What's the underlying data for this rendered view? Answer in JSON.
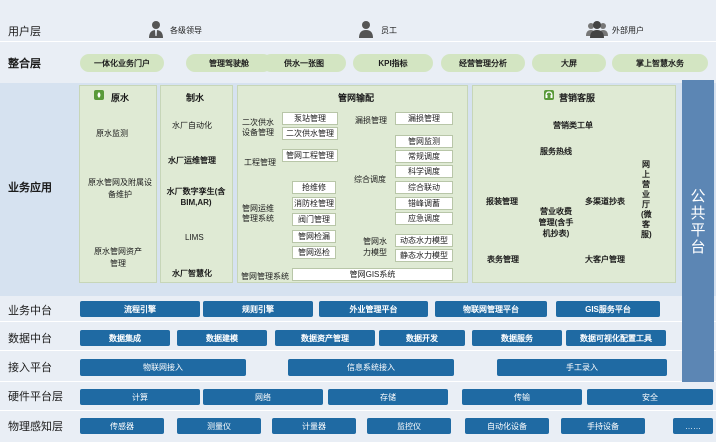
{
  "user_layer": {
    "label": "用户层",
    "users": [
      {
        "icon": "leader-icon",
        "label": "各级领导"
      },
      {
        "icon": "staff-icon",
        "label": "员工"
      },
      {
        "icon": "external-users-icon",
        "label": "外部用户"
      }
    ]
  },
  "integration_layer": {
    "label": "整合层",
    "items": [
      "一体化业务门户",
      "管理驾驶舱",
      "供水一张图",
      "KPI指标",
      "经营管理分析",
      "大屏",
      "掌上智慧水务"
    ]
  },
  "business_apps": {
    "label": "业务应用",
    "public_platform": "公共平台",
    "raw_water": {
      "title": "原水",
      "items": [
        "原水监测",
        "原水管网及附属设备维护",
        "原水管网资产管理"
      ]
    },
    "water_production": {
      "title": "制水",
      "items": [
        "水厂自动化",
        "水厂运维管理",
        "水厂数字孪生(含BIM,AR)",
        "LIMS",
        "水厂智慧化"
      ]
    },
    "pipe_network": {
      "title": "管网输配",
      "secondary_supply_label": "二次供水设备管理",
      "secondary_supply_items": [
        "泵站管理",
        "二次供水管理"
      ],
      "leak_label": "漏损管理",
      "leak_item": "漏损管理",
      "engineering_label": "工程管理",
      "engineering_item": "管网工程管理",
      "om_label": "管网运维管理系统",
      "om_items": [
        "抢维修",
        "消防栓管理",
        "阀门管理",
        "管网检漏",
        "管网巡检"
      ],
      "dispatch_label": "综合调度",
      "dispatch_items": [
        "管网监测",
        "常规调度",
        "科学调度",
        "综合联动",
        "错峰调蓄",
        "应急调度"
      ],
      "model_label": "管网水力模型",
      "model_items": [
        "动态水力模型",
        "静态水力模型"
      ],
      "system_label": "管网管理系统",
      "gis_label": "管网GIS系统"
    },
    "marketing": {
      "title": "营销客服",
      "items": [
        "营销类工单",
        "服务热线",
        "报装管理",
        "营业收费管理(含手机抄表)",
        "多渠道抄表",
        "表务管理",
        "大客户管理",
        "网上营业厅(微客服)"
      ]
    }
  },
  "business_middle": {
    "label": "业务中台",
    "items": [
      "流程引擎",
      "规则引擎",
      "外业管理平台",
      "物联网管理平台",
      "GIS服务平台"
    ]
  },
  "data_middle": {
    "label": "数据中台",
    "items": [
      "数据集成",
      "数据建模",
      "数据资产管理",
      "数据开发",
      "数据服务",
      "数据可视化配置工具"
    ]
  },
  "access_platform": {
    "label": "接入平台",
    "items": [
      "物联网接入",
      "信息系统接入",
      "手工录入"
    ]
  },
  "hardware_layer": {
    "label": "硬件平台层",
    "items": [
      "计算",
      "网络",
      "存储",
      "传输",
      "安全"
    ]
  },
  "physical_layer": {
    "label": "物理感知层",
    "items": [
      "传感器",
      "测量仪",
      "计量器",
      "监控仪",
      "自动化设备",
      "手持设备",
      "……"
    ]
  },
  "colors": {
    "pill_green": "#d3e5c2",
    "panel_green": "#dfead4",
    "brand_blue": "#1f6aa3",
    "public_platform": "#5c86b4"
  }
}
